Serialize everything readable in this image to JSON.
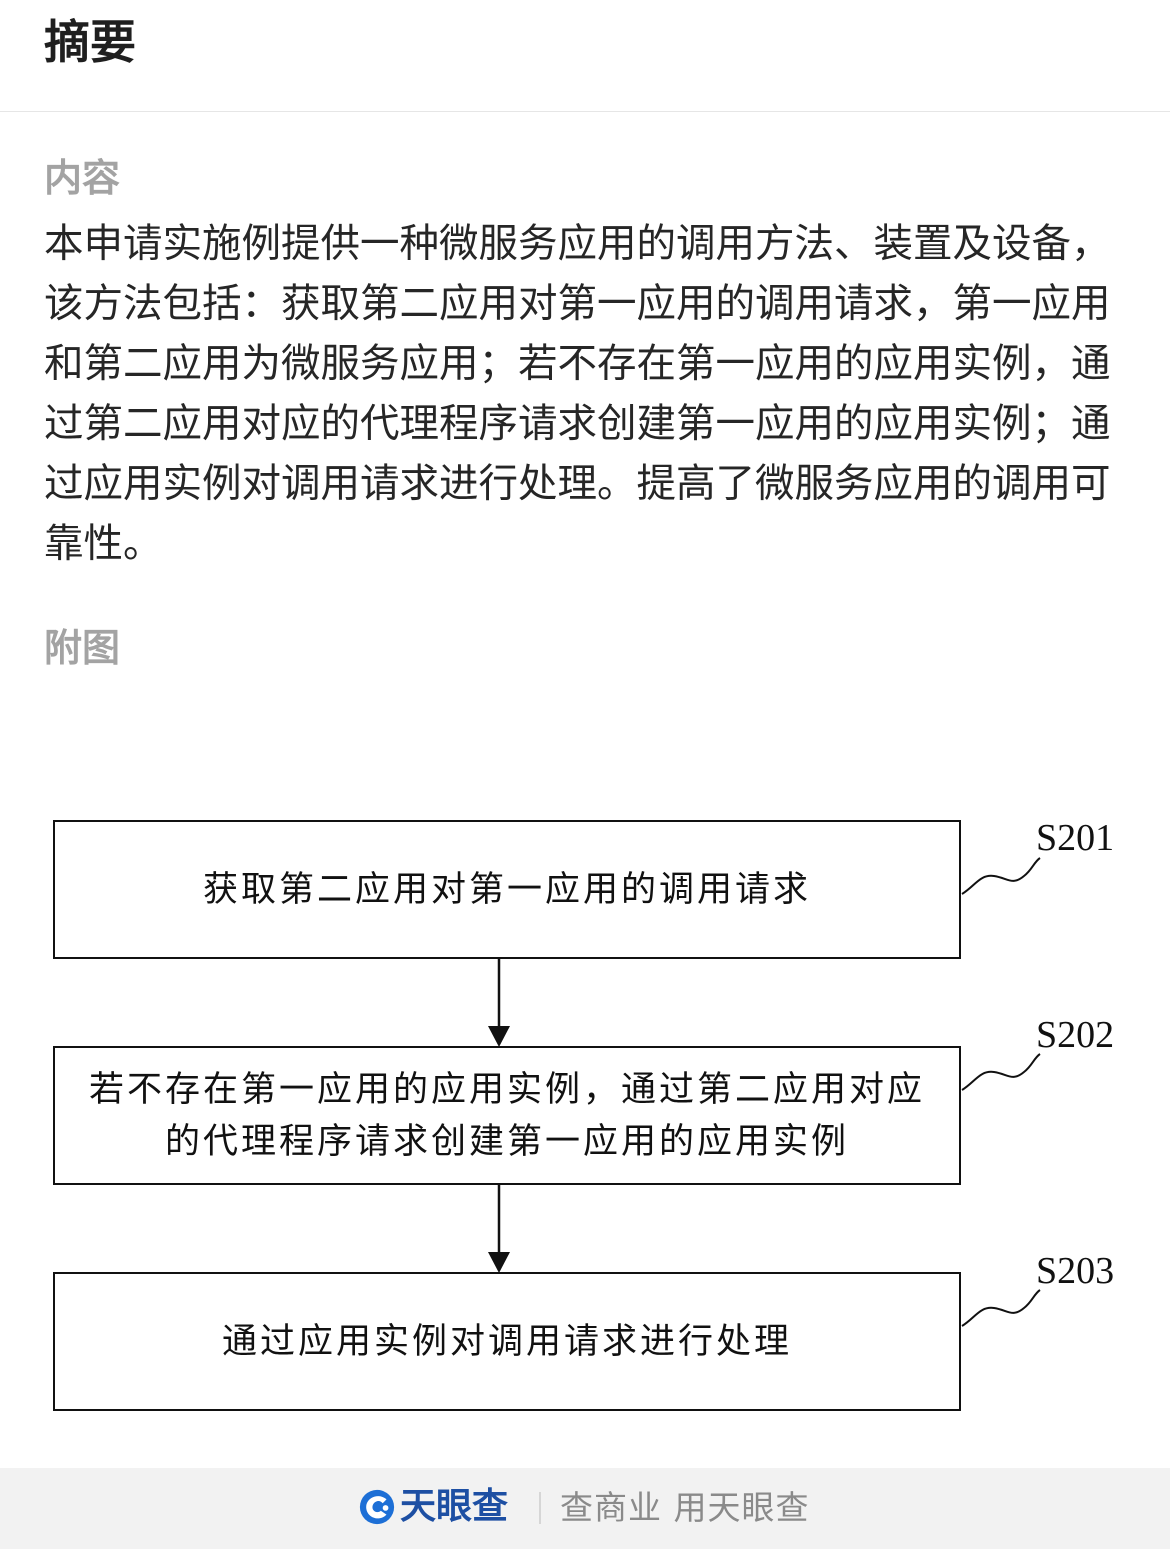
{
  "page": {
    "title": "摘要"
  },
  "content": {
    "label": "内容",
    "abstract": "本申请实施例提供一种微服务应用的调用方法、装置及设备，该方法包括：获取第二应用对第一应用的调用请求，第一应用和第二应用为微服务应用；若不存在第一应用的应用实例，通过第二应用对应的代理程序请求创建第一应用的应用实例；通过应用实例对调用请求进行处理。提高了微服务应用的调用可靠性。"
  },
  "figure": {
    "label": "附图",
    "steps": [
      {
        "id": "S201",
        "text": "获取第二应用对第一应用的调用请求"
      },
      {
        "id": "S202",
        "line1": "若不存在第一应用的应用实例，通过第二应用对应",
        "line2": "的代理程序请求创建第一应用的应用实例"
      },
      {
        "id": "S203",
        "text": "通过应用实例对调用请求进行处理"
      }
    ]
  },
  "footer": {
    "brand": "天眼查",
    "slogan": "查商业 用天眼查",
    "logo_icon": "tianyancha-logo-icon",
    "brand_color": "#1d4fa3"
  }
}
